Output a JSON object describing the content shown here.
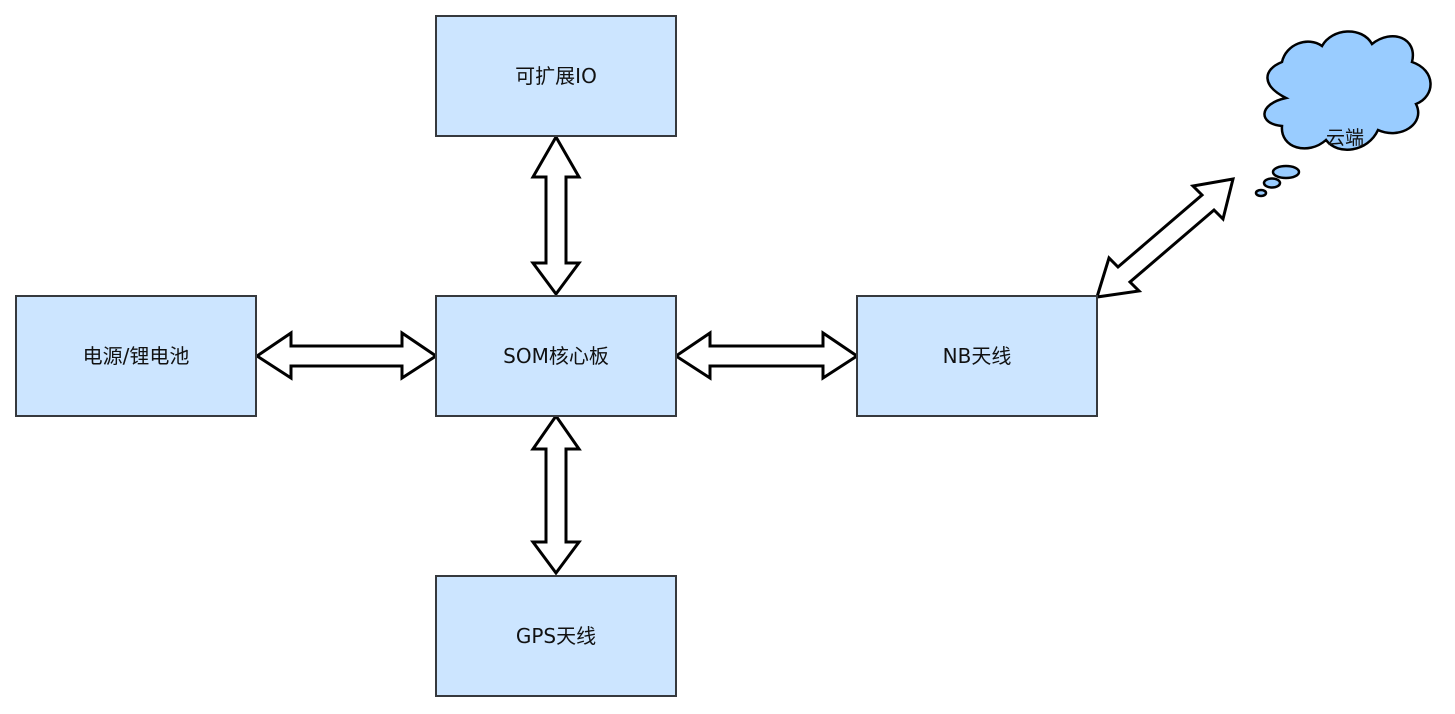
{
  "nodes": {
    "io": {
      "label": "可扩展IO"
    },
    "power": {
      "label": "电源/锂电池"
    },
    "som": {
      "label": "SOM核心板"
    },
    "nb": {
      "label": "NB天线"
    },
    "gps": {
      "label": "GPS天线"
    },
    "cloud": {
      "label": "云端"
    }
  },
  "colors": {
    "box_fill": "#cce5ff",
    "box_stroke": "#36393d",
    "cloud_fill": "#99ccff",
    "arrow_fill": "#ffffff",
    "arrow_stroke": "#000000"
  }
}
